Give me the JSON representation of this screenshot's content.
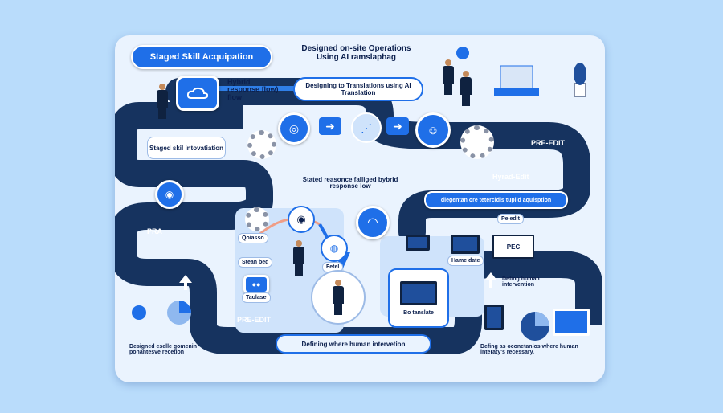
{
  "labels": {
    "staged_skill_title": "Staged Skill Acquipation",
    "designed_onsite": "Designed on-site Operations Using AI ramslaphag",
    "designing_translations": "Designing to Translations using AI Translation",
    "hybrid_response": "Hybrid response flow) flow",
    "staged_skill_bubble": "Staged skil intovatiation",
    "stated_reasonce": "Stated reasonce falliged bybrid response low",
    "hyrad_edit": "Hyrad-Edit",
    "diagnation_bar": "diegentan ore tetercidis tuplid aquisption",
    "pre_edit_right": "PRE-EDIT",
    "pe_edit": "Pe edit",
    "pec": "PEC",
    "hame_date": "Hame date",
    "defing_human": "Defing human intervention",
    "pra": "PRA",
    "qoiasso": "Qoiasso",
    "stean_bed": "Stean bed",
    "taolase": "Taolase",
    "fetel": "Fetel",
    "pre_edit_left": "PRE-EDIT",
    "bo_translate": "Bo tanslate",
    "defining_where": "Defining where human intervetion",
    "designed_bottom": "Designed eselle gomenin ponantesve recetion",
    "defing_bottom": "Defing as oconetanlos where human interaty's recessary."
  },
  "colors": {
    "background": "#b9dcfb",
    "board": "#eaf3fe",
    "road": "#16335f",
    "accent": "#1f6fe8"
  },
  "icons": [
    "gear-icon",
    "arrow-right-icon",
    "cloud-chat-icon",
    "person-icon",
    "monitor-icon",
    "wifi-icon",
    "location-pin-icon",
    "pie-chart-icon",
    "arrow-up-icon",
    "arrow-down-icon",
    "building-icon",
    "plant-icon"
  ]
}
